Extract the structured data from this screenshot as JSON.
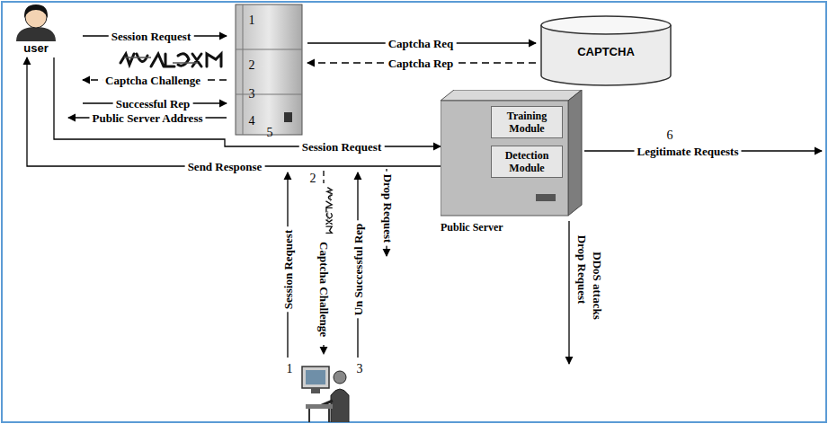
{
  "diagram": {
    "nodes": [
      {
        "text": [
          "user"
        ]
      },
      {
        "text": [
          "CAPTCHA"
        ]
      },
      {
        "text": [
          "Public Server"
        ]
      },
      {
        "text": [
          "Training Module"
        ],
        "in": 2
      },
      {
        "text": [
          "Detection Module"
        ],
        "in": 2
      }
    ],
    "edges": [
      {
        "from": 0,
        "to": 2,
        "label": "Session Request",
        "arrow": "to"
      },
      {
        "from": 2,
        "to": 0,
        "label": "Send Response",
        "arrow": "to"
      }
    ],
    "labels": [
      "Session Request",
      "1",
      "Captcha Challenge",
      "2",
      "Successful Rep",
      "3",
      "Public Server Address",
      "4",
      "5",
      "Captcha Req",
      "Captcha Rep",
      "6",
      "Legitimate Requests",
      "Drop Request",
      "DDoS attacks",
      "Session Request",
      "1",
      "Captcha Challenge",
      "2",
      "Un Successful Rep",
      "3",
      "Drop Request"
    ]
  }
}
